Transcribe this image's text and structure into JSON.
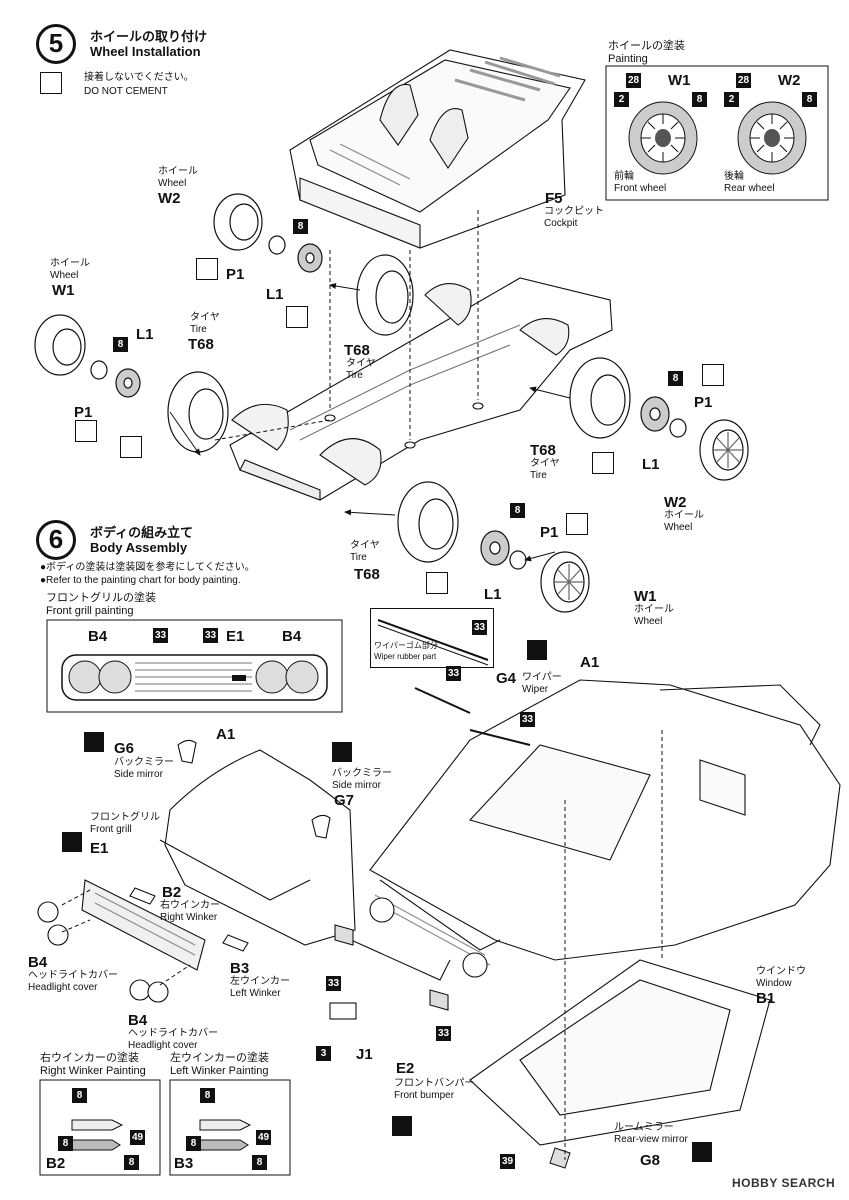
{
  "step5": {
    "number": "5",
    "title_jp": "ホイールの取り付け",
    "title_en": "Wheel Installation",
    "note_jp": "接着しないでください。",
    "note_en": "DO NOT CEMENT",
    "painting": {
      "title_jp": "ホイールの塗装",
      "title_en": "Painting",
      "front": {
        "code": "W1",
        "label_jp": "前輪",
        "label_en": "Front wheel",
        "colors": [
          "28",
          "2",
          "8"
        ]
      },
      "rear": {
        "code": "W2",
        "label_jp": "後輪",
        "label_en": "Rear wheel",
        "colors": [
          "28",
          "2",
          "8"
        ]
      }
    },
    "parts": {
      "f5": {
        "code": "F5",
        "jp": "コックピット",
        "en": "Cockpit"
      },
      "w2_top": {
        "code": "W2",
        "jp": "ホイール",
        "en": "Wheel"
      },
      "w1_left": {
        "code": "W1",
        "jp": "ホイール",
        "en": "Wheel"
      },
      "p1": "P1",
      "l1": "L1",
      "color8": "8",
      "t68_left": {
        "code": "T68",
        "jp": "タイヤ",
        "en": "Tire"
      },
      "t68_mid": {
        "code": "T68",
        "jp": "タイヤ",
        "en": "Tire"
      },
      "t68_right": {
        "code": "T68",
        "jp": "タイヤ",
        "en": "Tire"
      },
      "t68_bottom": {
        "code": "T68",
        "jp": "タイヤ",
        "en": "Tire"
      },
      "w2_right": {
        "code": "W2",
        "jp": "ホイール",
        "en": "Wheel"
      },
      "w1_bottom": {
        "code": "W1",
        "jp": "ホイール",
        "en": "Wheel"
      }
    }
  },
  "step6": {
    "number": "6",
    "title_jp": "ボディの組み立て",
    "title_en": "Body Assembly",
    "note_jp": "●ボディの塗装は塗装図を参考にしてください。",
    "note_en": "●Refer to the painting chart for body painting.",
    "grill_painting": {
      "title_jp": "フロントグリルの塗装",
      "title_en": "Front grill painting",
      "labels": [
        "B4",
        "33",
        "33",
        "E1",
        "B4"
      ]
    },
    "wiper_rubber": {
      "color": "33",
      "jp": "ワイパーゴム部分",
      "en": "Wiper rubber part"
    },
    "parts": {
      "g6": {
        "code": "G6",
        "jp": "バックミラー",
        "en": "Side mirror"
      },
      "g7": {
        "code": "G7",
        "jp": "バックミラー",
        "en": "Side mirror"
      },
      "a1_left": "A1",
      "a1_right": "A1",
      "e1": {
        "code": "E1",
        "jp": "フロントグリル",
        "en": "Front grill"
      },
      "b2": {
        "code": "B2",
        "jp": "右ウインカー",
        "en": "Right Winker"
      },
      "b3": {
        "code": "B3",
        "jp": "左ウインカー",
        "en": "Left Winker"
      },
      "b4_a": {
        "code": "B4",
        "jp": "ヘッドライトカバー",
        "en": "Headlight cover"
      },
      "b4_b": {
        "code": "B4",
        "jp": "ヘッドライトカバー",
        "en": "Headlight cover"
      },
      "g4": {
        "code": "G4",
        "jp": "ワイパー",
        "en": "Wiper"
      },
      "c33": "33",
      "c3": "3",
      "j1": "J1",
      "e2": {
        "code": "E2",
        "jp": "フロントバンパー",
        "en": "Front bumper"
      },
      "b1": {
        "code": "B1",
        "jp": "ウインドウ",
        "en": "Window"
      },
      "g8": {
        "code": "G8",
        "jp": "ルームミラー",
        "en": "Rear-view mirror"
      },
      "c39": "39"
    },
    "winker_painting": {
      "right": {
        "title_jp": "右ウインカーの塗装",
        "title_en": "Right Winker Painting",
        "part": "B2",
        "colors": [
          "8",
          "8",
          "49",
          "8"
        ]
      },
      "left": {
        "title_jp": "左ウインカーの塗装",
        "title_en": "Left Winker Painting",
        "part": "B3",
        "colors": [
          "8",
          "8",
          "49",
          "8"
        ]
      }
    }
  },
  "watermark": "HOBBY SEARCH"
}
